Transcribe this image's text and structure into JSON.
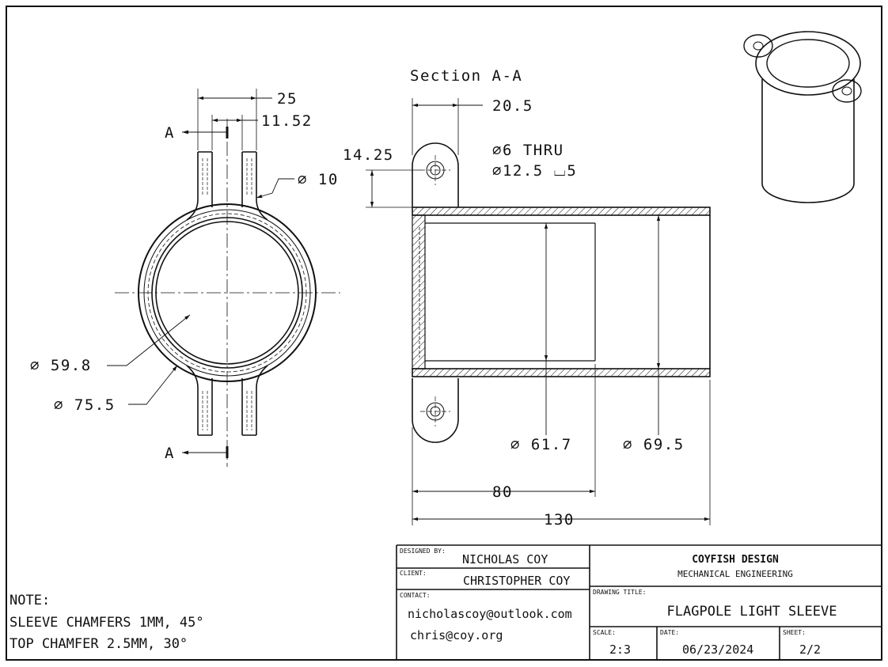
{
  "section_label": "Section A-A",
  "section_markers": {
    "top": "A",
    "bottom": "A"
  },
  "dimensions": {
    "d25": "25",
    "d11_52": "11.52",
    "d10": "∅ 10",
    "d59_8": "∅ 59.8",
    "d75_5": "∅ 75.5",
    "d20_5": "20.5",
    "d14_25": "14.25",
    "hole1": "∅6 THRU",
    "hole2": "∅12.5 ⌴5",
    "d61_7": "∅ 61.7",
    "d69_5": "∅ 69.5",
    "d80": "80",
    "d130": "130"
  },
  "notes": {
    "heading": "NOTE:",
    "line1": "SLEEVE CHAMFERS 1MM, 45°",
    "line2": "TOP CHAMFER 2.5MM, 30°"
  },
  "title_block": {
    "designed_by_label": "DESIGNED BY:",
    "designed_by": "NICHOLAS COY",
    "client_label": "CLIENT:",
    "client": "CHRISTOPHER COY",
    "contact_label": "CONTACT:",
    "contact1": "nicholascoy@outlook.com",
    "contact2": "chris@coy.org",
    "company": "COYFISH DESIGN",
    "company_sub": "MECHANICAL ENGINEERING",
    "drawing_title_label": "DRAWING TITLE:",
    "drawing_title": "FLAGPOLE LIGHT SLEEVE",
    "scale_label": "SCALE:",
    "scale": "2:3",
    "date_label": "DATE:",
    "date": "06/23/2024",
    "sheet_label": "SHEET:",
    "sheet": "2/2"
  }
}
